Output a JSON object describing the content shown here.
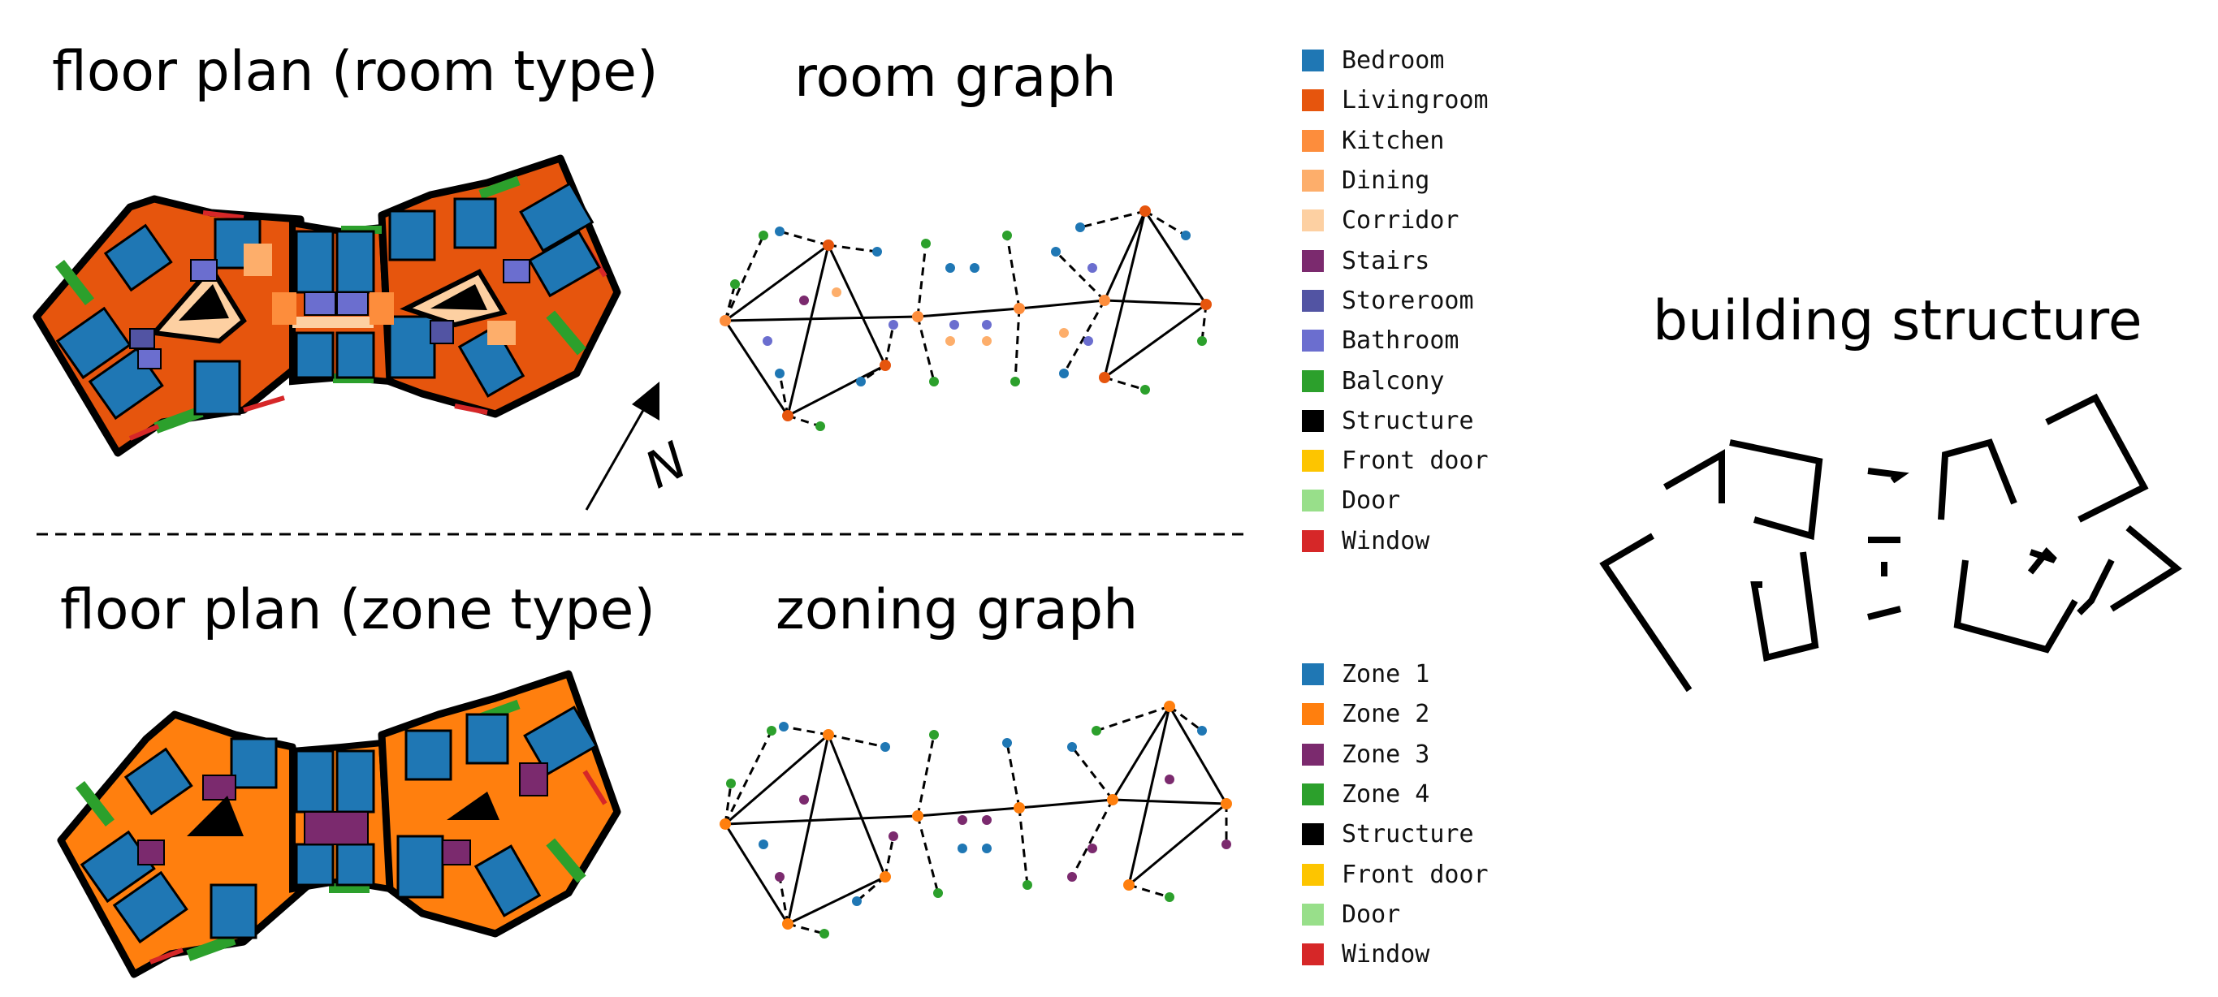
{
  "titles": {
    "floor_plan_room": "floor plan (room type)",
    "room_graph": "room graph",
    "floor_plan_zone": "floor plan (zone type)",
    "zoning_graph": "zoning graph",
    "building_structure": "building structure"
  },
  "north_label": "N",
  "legend_room": [
    {
      "label": "Bedroom",
      "color": "#1f77b4"
    },
    {
      "label": "Livingroom",
      "color": "#e6550d"
    },
    {
      "label": "Kitchen",
      "color": "#fd8d3c"
    },
    {
      "label": "Dining",
      "color": "#fdae6b"
    },
    {
      "label": "Corridor",
      "color": "#fdd0a2"
    },
    {
      "label": "Stairs",
      "color": "#7b2a6e"
    },
    {
      "label": "Storeroom",
      "color": "#5254a3"
    },
    {
      "label": "Bathroom",
      "color": "#6b6ecf"
    },
    {
      "label": "Balcony",
      "color": "#2ca02c"
    },
    {
      "label": "Structure",
      "color": "#000000"
    },
    {
      "label": "Front door",
      "color": "#fdc500"
    },
    {
      "label": "Door",
      "color": "#98df8a"
    },
    {
      "label": "Window",
      "color": "#d62728"
    }
  ],
  "legend_zone": [
    {
      "label": "Zone 1",
      "color": "#1f77b4"
    },
    {
      "label": "Zone 2",
      "color": "#ff7f0e"
    },
    {
      "label": "Zone 3",
      "color": "#7b2a6e"
    },
    {
      "label": "Zone 4",
      "color": "#2ca02c"
    },
    {
      "label": "Structure",
      "color": "#000000"
    },
    {
      "label": "Front door",
      "color": "#fdc500"
    },
    {
      "label": "Door",
      "color": "#98df8a"
    },
    {
      "label": "Window",
      "color": "#d62728"
    }
  ]
}
